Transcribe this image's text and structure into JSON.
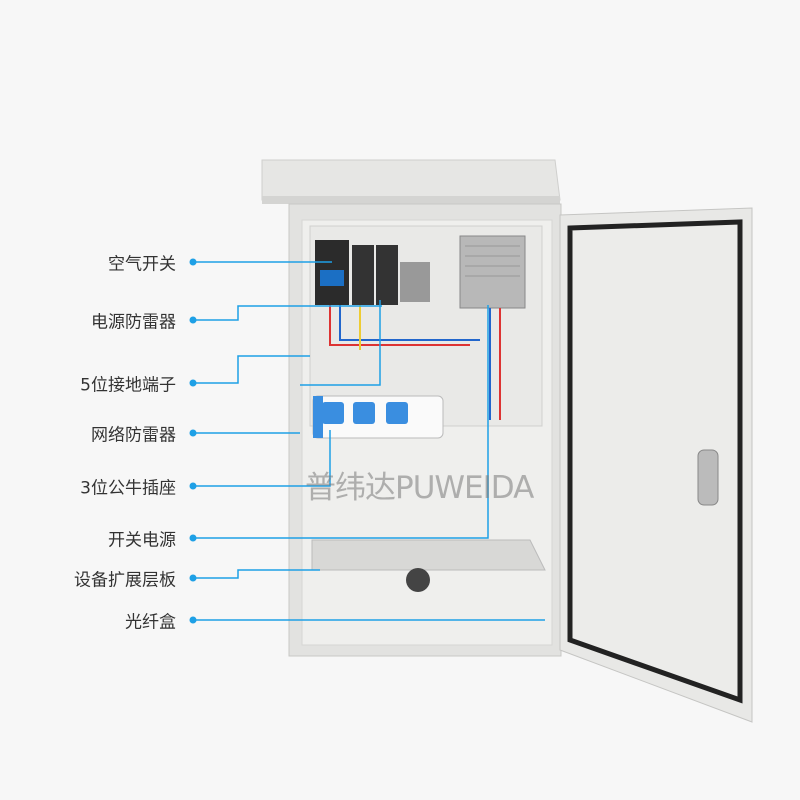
{
  "labels": [
    {
      "text": "空气开关"
    },
    {
      "text": "电源防雷器"
    },
    {
      "text": "5位接地端子"
    },
    {
      "text": "网络防雷器"
    },
    {
      "text": "3位公牛插座"
    },
    {
      "text": "开关电源"
    },
    {
      "text": "设备扩展层板"
    },
    {
      "text": "光纤盒"
    }
  ],
  "watermark": "普纬达PUWEIDA",
  "colors": {
    "leader": "#1ea0e6",
    "cabinet": "#e8e8e6",
    "label": "#333333"
  }
}
